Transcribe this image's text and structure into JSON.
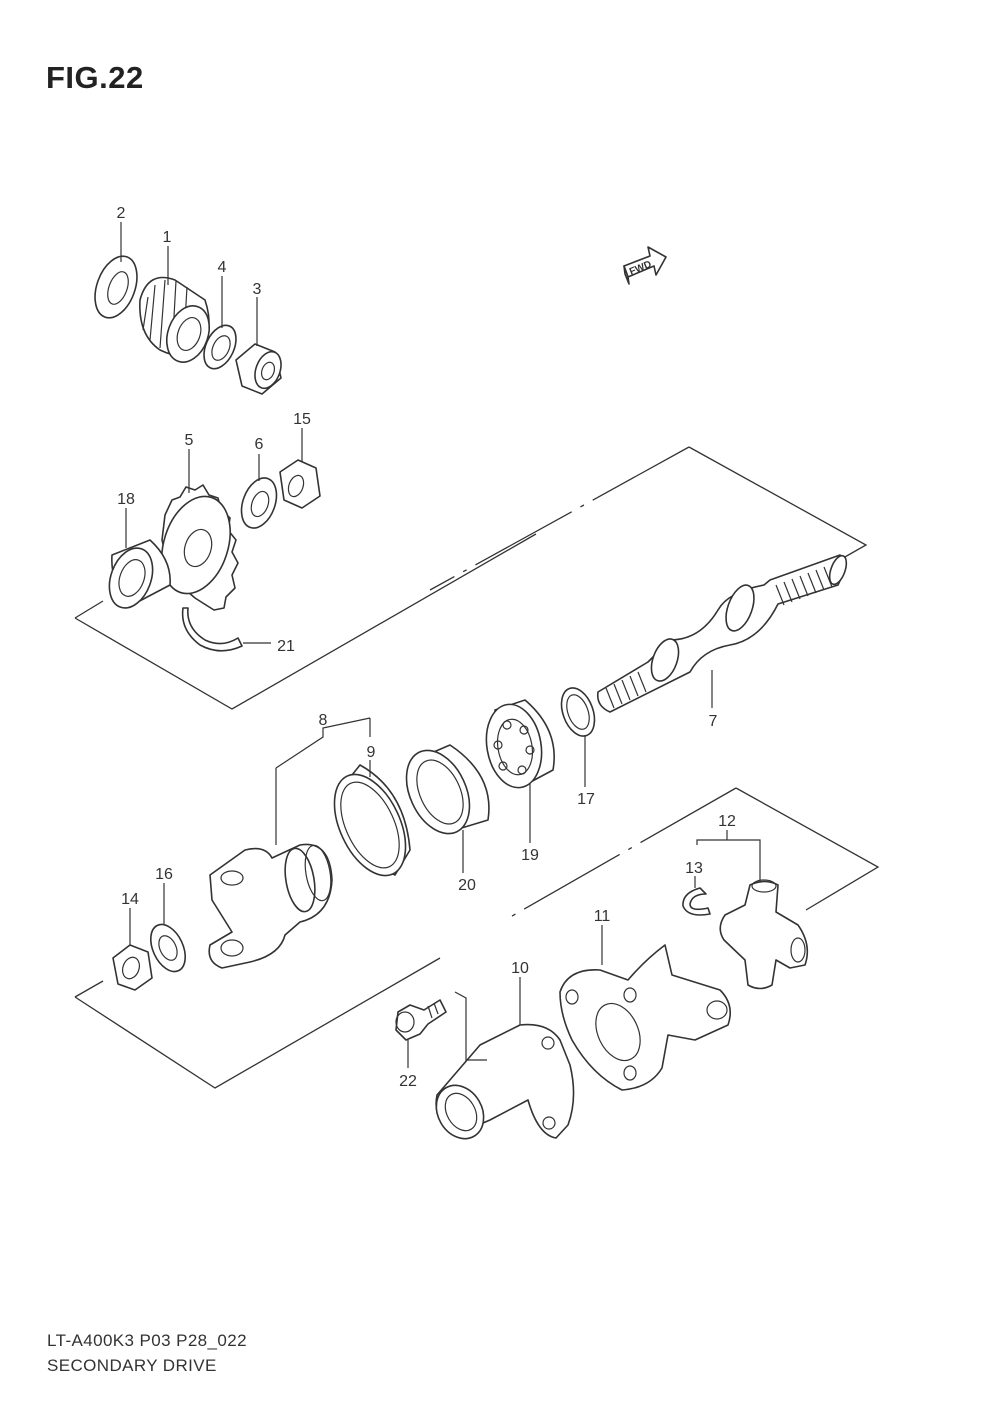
{
  "figure": {
    "title": "FIG.22"
  },
  "direction_label": "FWD",
  "callouts": {
    "c1": "1",
    "c2": "2",
    "c3": "3",
    "c4": "4",
    "c5": "5",
    "c6": "6",
    "c7": "7",
    "c8": "8",
    "c9": "9",
    "c10": "10",
    "c11": "11",
    "c12": "12",
    "c13": "13",
    "c14": "14",
    "c15": "15",
    "c16": "16",
    "c17": "17",
    "c18": "18",
    "c19": "19",
    "c20": "20",
    "c21": "21",
    "c22": "22"
  },
  "footer": {
    "code": "LT-A400K3 P03 P28_022",
    "name": "SECONDARY DRIVE"
  }
}
